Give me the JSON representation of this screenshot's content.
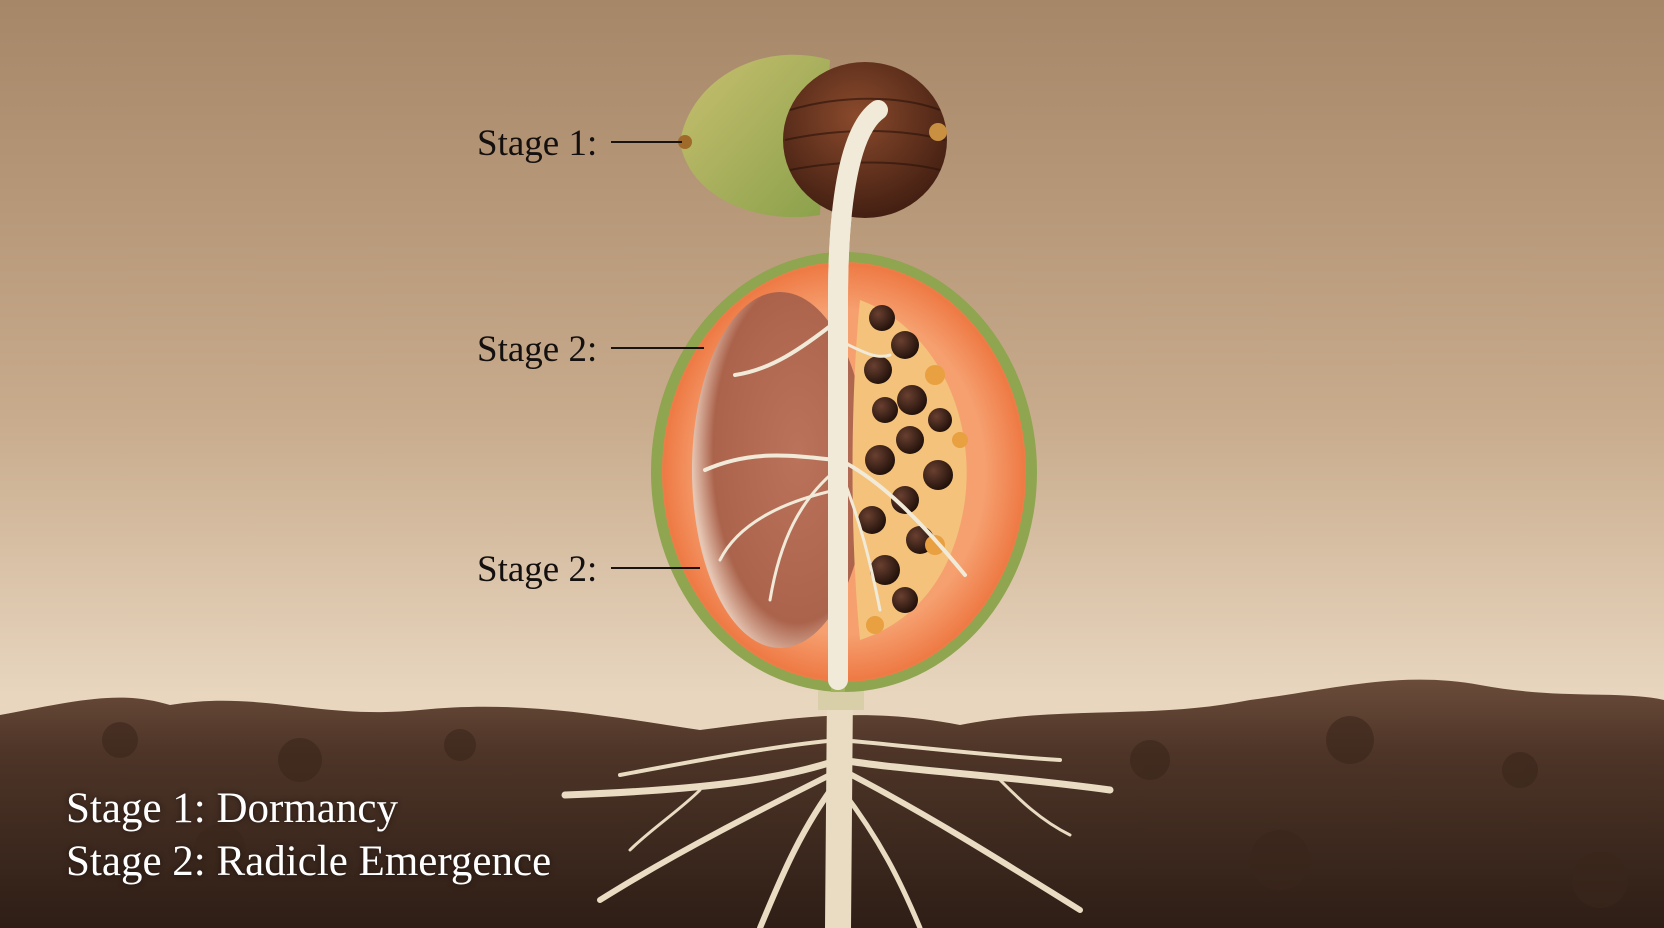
{
  "callouts": [
    {
      "label": "Stage 1:"
    },
    {
      "label": "Stage 2:"
    },
    {
      "label": "Stage 2:"
    }
  ],
  "legend": [
    "Stage 1: Dormancy",
    "Stage 2: Radicle Emergence"
  ],
  "colors": {
    "background_top": "#a88a6c",
    "background_bottom": "#ead9c2",
    "soil": "#4a3326",
    "fruit_flesh": "#f08a55",
    "fruit_skin": "#9fb35a",
    "seed_coat": "#5a2e1c",
    "root": "#efe6d2"
  }
}
